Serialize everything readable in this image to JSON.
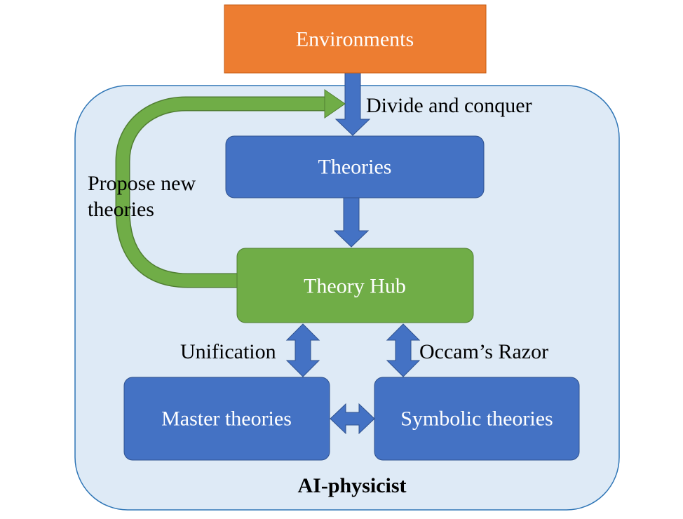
{
  "diagram": {
    "container": {
      "label": "AI-physicist"
    },
    "nodes": {
      "environments": {
        "label": "Environments"
      },
      "theories": {
        "label": "Theories"
      },
      "theory_hub": {
        "label": "Theory Hub"
      },
      "master_theories": {
        "label": "Master theories"
      },
      "symbolic_theories": {
        "label": "Symbolic theories"
      }
    },
    "edges": {
      "divide_and_conquer": {
        "label": "Divide and conquer",
        "from": "environments",
        "to": "theories"
      },
      "hub_feed": {
        "from": "theories",
        "to": "theory_hub"
      },
      "propose_new_theories": {
        "label_line1": "Propose new",
        "label_line2": "theories",
        "from": "theory_hub",
        "to": "theories"
      },
      "unification": {
        "label": "Unification",
        "between": [
          "theory_hub",
          "master_theories"
        ]
      },
      "occams_razor": {
        "label": "Occam’s Razor",
        "between": [
          "theory_hub",
          "symbolic_theories"
        ]
      },
      "master_symbolic": {
        "between": [
          "master_theories",
          "symbolic_theories"
        ]
      }
    }
  },
  "colors": {
    "orange": "#ED7D31",
    "blue": "#4472C4",
    "green": "#70AD47",
    "container_fill": "#DEEAF6",
    "container_stroke": "#2E75B6"
  }
}
